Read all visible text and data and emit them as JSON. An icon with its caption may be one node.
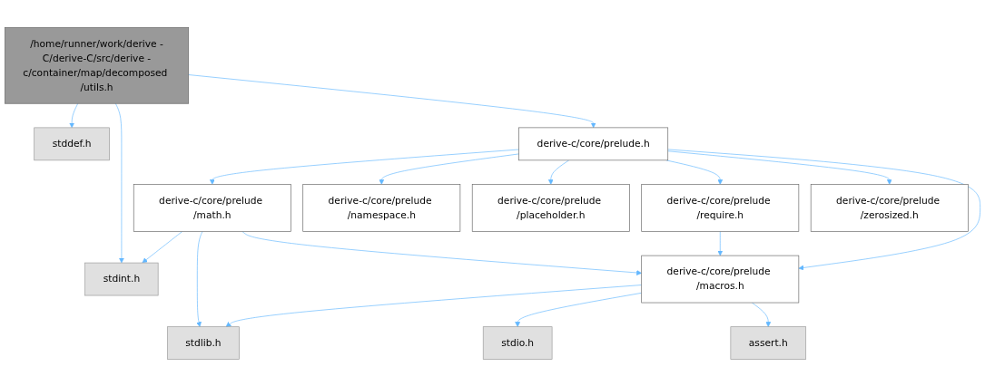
{
  "diagram": {
    "nodes": [
      {
        "text": [
          "/home/runner/work/derive -C/derive-C/src/derive -c/container/map/decomposed /utils.h"
        ]
      },
      {
        "text": [
          "stddef.h"
        ]
      },
      {
        "text": [
          "derive-c/core/prelude.h"
        ]
      },
      {
        "text": [
          "derive-c/core/prelude /math.h"
        ]
      },
      {
        "text": [
          "derive-c/core/prelude /namespace.h"
        ]
      },
      {
        "text": [
          "derive-c/core/prelude /placeholder.h"
        ]
      },
      {
        "text": [
          "derive-c/core/prelude /require.h"
        ]
      },
      {
        "text": [
          "derive-c/core/prelude /zerosized.h"
        ]
      },
      {
        "text": [
          "stdint.h"
        ]
      },
      {
        "text": [
          "derive-c/core/prelude /macros.h"
        ]
      },
      {
        "text": [
          "stdlib.h"
        ]
      },
      {
        "text": [
          "stdio.h"
        ]
      },
      {
        "text": [
          "assert.h"
        ]
      }
    ],
    "edges": [
      {
        "from": 0,
        "to": 1,
        "arrow": "to"
      },
      {
        "from": 0,
        "to": 8,
        "arrow": "to"
      },
      {
        "from": 0,
        "to": 2,
        "arrow": "to"
      },
      {
        "from": 2,
        "to": 3,
        "arrow": "to"
      },
      {
        "from": 2,
        "to": 4,
        "arrow": "to"
      },
      {
        "from": 2,
        "to": 5,
        "arrow": "to"
      },
      {
        "from": 2,
        "to": 6,
        "arrow": "to"
      },
      {
        "from": 2,
        "to": 7,
        "arrow": "to"
      },
      {
        "from": 2,
        "to": 9,
        "arrow": "to"
      },
      {
        "from": 3,
        "to": 8,
        "arrow": "to"
      },
      {
        "from": 3,
        "to": 10,
        "arrow": "to"
      },
      {
        "from": 3,
        "to": 9,
        "arrow": "to"
      },
      {
        "from": 6,
        "to": 9,
        "arrow": "to"
      },
      {
        "from": 9,
        "to": 10,
        "arrow": "to"
      },
      {
        "from": 9,
        "to": 11,
        "arrow": "to"
      },
      {
        "from": 9,
        "to": 12,
        "arrow": "to"
      }
    ]
  }
}
